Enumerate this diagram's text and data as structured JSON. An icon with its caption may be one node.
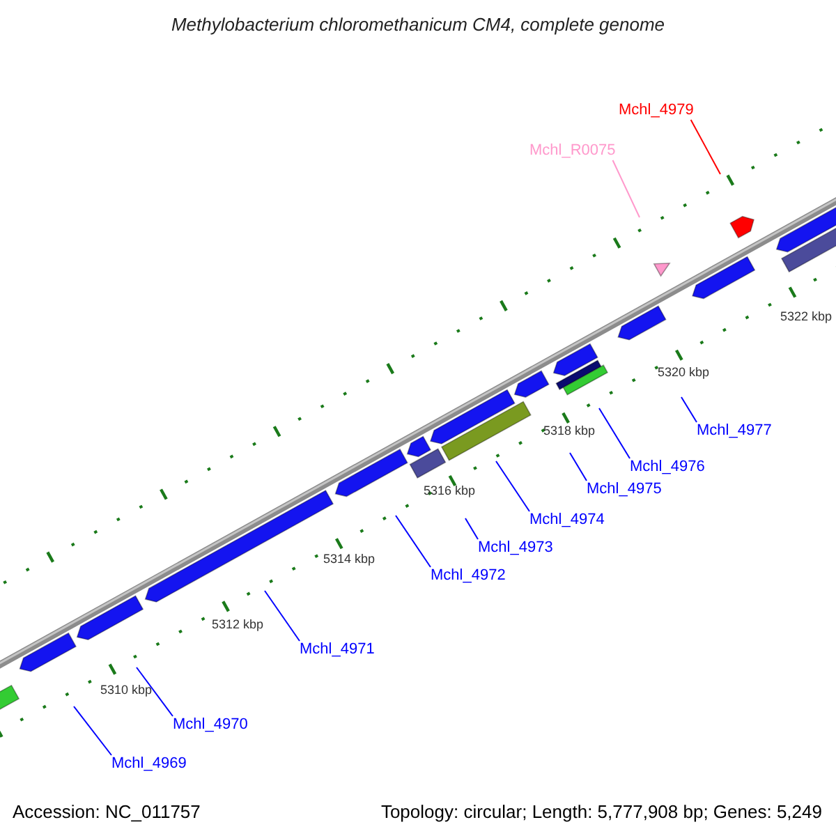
{
  "diagram": {
    "title": "Methylobacterium chloromethanicum CM4, complete genome",
    "nodes": [
      {
        "text": [
          "Mchl_4979"
        ]
      },
      {
        "text": [
          "Mchl_R0075"
        ]
      },
      {
        "text": [
          "Mchl_4977"
        ]
      },
      {
        "text": [
          "Mchl_4976"
        ]
      },
      {
        "text": [
          "Mchl_4975"
        ]
      },
      {
        "text": [
          "Mchl_4974"
        ]
      },
      {
        "text": [
          "Mchl_4973"
        ]
      },
      {
        "text": [
          "Mchl_4972"
        ]
      },
      {
        "text": [
          "Mchl_4971"
        ]
      },
      {
        "text": [
          "Mchl_4970"
        ]
      },
      {
        "text": [
          "Mchl_4969"
        ]
      }
    ],
    "edges": [
      {
        "from": 0,
        "to": null,
        "arrow": "none",
        "color": "#ff0000"
      },
      {
        "from": 1,
        "to": null,
        "arrow": "none",
        "color": "#ff99cc"
      },
      {
        "from": 2,
        "to": null,
        "arrow": "none"
      },
      {
        "from": 3,
        "to": null,
        "arrow": "none"
      },
      {
        "from": 4,
        "to": null,
        "arrow": "none"
      },
      {
        "from": 5,
        "to": null,
        "arrow": "none"
      },
      {
        "from": 6,
        "to": null,
        "arrow": "none"
      },
      {
        "from": 7,
        "to": null,
        "arrow": "none"
      },
      {
        "from": 8,
        "to": null,
        "arrow": "none"
      },
      {
        "from": 9,
        "to": null,
        "arrow": "none"
      },
      {
        "from": 10,
        "to": null,
        "arrow": "none"
      }
    ],
    "labels": [
      "5322 kbp",
      "5320 kbp",
      "5318 kbp",
      "5316 kbp",
      "5314 kbp",
      "5312 kbp",
      "5310 kbp",
      "Accession: NC_011757",
      "Topology: circular; Length: 5,777,908 bp; Genes: 5,249"
    ]
  }
}
